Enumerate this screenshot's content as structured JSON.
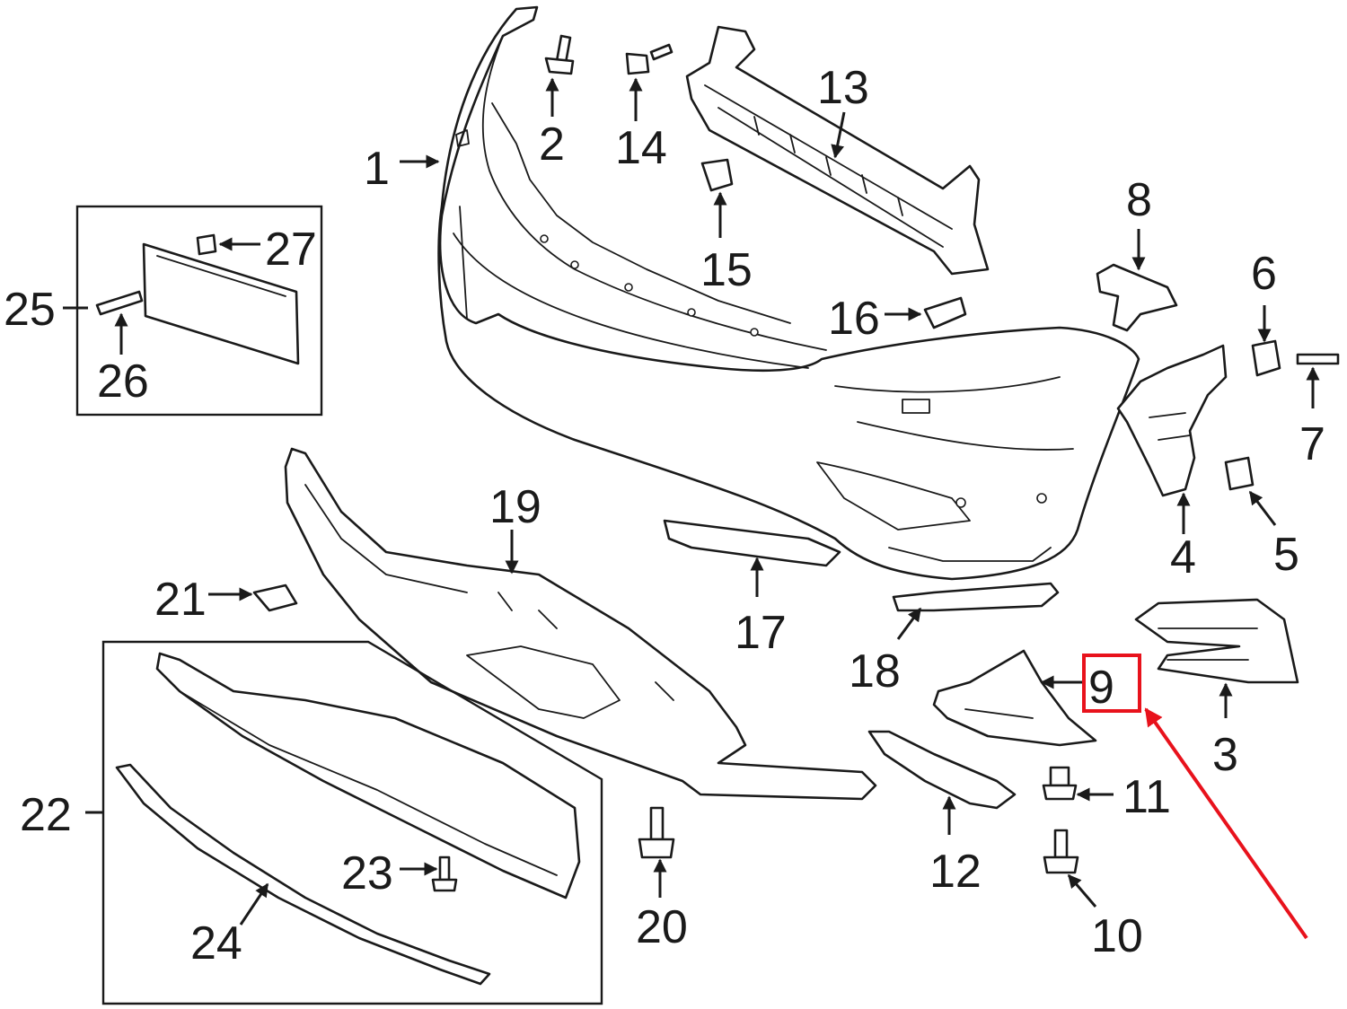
{
  "callouts": {
    "c1": "1",
    "c2": "2",
    "c3": "3",
    "c4": "4",
    "c5": "5",
    "c6": "6",
    "c7": "7",
    "c8": "8",
    "c9": "9",
    "c10": "10",
    "c11": "11",
    "c12": "12",
    "c13": "13",
    "c14": "14",
    "c15": "15",
    "c16": "16",
    "c17": "17",
    "c18": "18",
    "c19": "19",
    "c20": "20",
    "c21": "21",
    "c22": "22",
    "c23": "23",
    "c24": "24",
    "c25": "25",
    "c26": "26",
    "c27": "27"
  },
  "highlight": {
    "part_number": "9",
    "color": "#e8121c"
  },
  "colors": {
    "line": "#1a1a1a",
    "background": "#ffffff"
  }
}
